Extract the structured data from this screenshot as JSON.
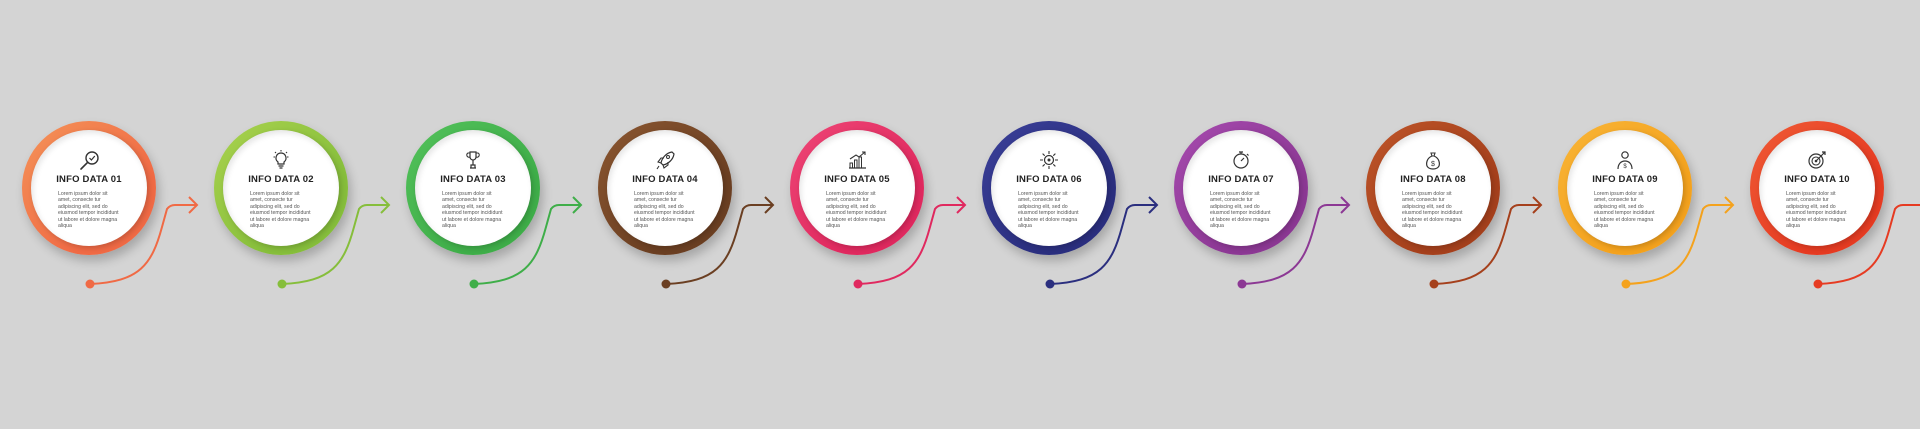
{
  "steps": [
    {
      "title": "INFO DATA 01",
      "color": "#f06a45",
      "color2": "#f49358",
      "icon": "magnifier-check-icon"
    },
    {
      "title": "INFO DATA 02",
      "color": "#86be3b",
      "color2": "#a9d24e",
      "icon": "lightbulb-gear-icon"
    },
    {
      "title": "INFO DATA 03",
      "color": "#3fae49",
      "color2": "#52c15a",
      "icon": "trophy-icon"
    },
    {
      "title": "INFO DATA 04",
      "color": "#6b3f22",
      "color2": "#8a5630",
      "icon": "rocket-icon"
    },
    {
      "title": "INFO DATA 05",
      "color": "#e0295f",
      "color2": "#ee4676",
      "icon": "growth-chart-icon"
    },
    {
      "title": "INFO DATA 06",
      "color": "#2b2f7f",
      "color2": "#3a3f98",
      "icon": "virus-gear-icon"
    },
    {
      "title": "INFO DATA 07",
      "color": "#8c3894",
      "color2": "#a64aae",
      "icon": "stopwatch-icon"
    },
    {
      "title": "INFO DATA 08",
      "color": "#a5401c",
      "color2": "#bd5428",
      "icon": "money-bag-icon"
    },
    {
      "title": "INFO DATA 09",
      "color": "#f4a21d",
      "color2": "#f8b437",
      "icon": "person-dollar-icon"
    },
    {
      "title": "INFO DATA 10",
      "color": "#e63b22",
      "color2": "#ef5a35",
      "icon": "target-arrow-icon"
    }
  ],
  "description": "Lorem ipsum dolor sit amet, consecte tur adipiscing elit, sed do eiusmod tempor incididunt ut labore et dolore magna aliqua"
}
